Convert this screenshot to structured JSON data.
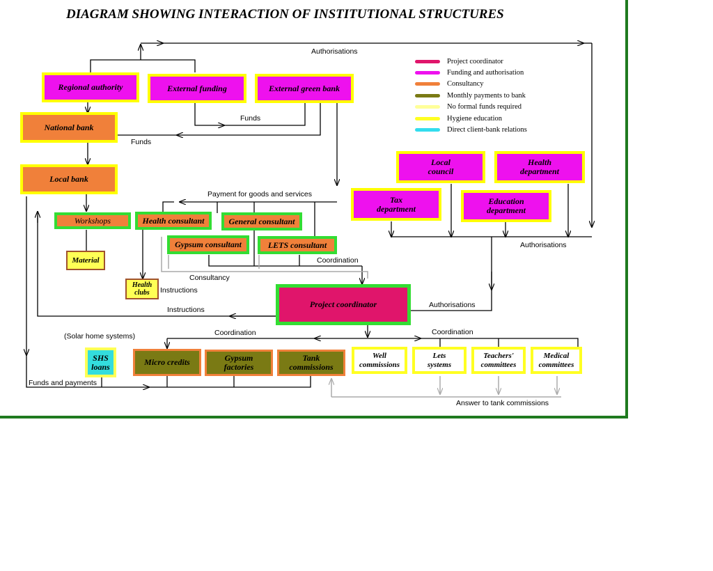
{
  "title": "DIAGRAM SHOWING INTERACTION OF INSTITUTIONAL STRUCTURES",
  "colors": {
    "project_coordinator": "#e0156b",
    "funding_and_authorisation": "#ee11ee",
    "consultancy": "#f0803a",
    "monthly_payments": "#7a7a14",
    "no_formal_funds": "#ffff99",
    "hygiene_education": "#ffff22",
    "direct_client_bank": "#33ddee",
    "border_yellow": "#ffff00",
    "border_green": "#33dd33",
    "border_orange": "#f0803a",
    "frame_green": "#1f7a1f"
  },
  "legend": [
    {
      "label": "Project coordinator",
      "color": "#e0156b"
    },
    {
      "label": "Funding and authorisation",
      "color": "#ee11ee"
    },
    {
      "label": "Consultancy",
      "color": "#f0803a"
    },
    {
      "label": "Monthly payments to bank",
      "color": "#7a7a14"
    },
    {
      "label": "No formal funds required",
      "color": "#ffff99"
    },
    {
      "label": "Hygiene education",
      "color": "#ffff22"
    },
    {
      "label": "Direct client-bank relations",
      "color": "#33ddee"
    }
  ],
  "nodes": {
    "regional_authority": "Regional authority",
    "external_funding": "External funding",
    "external_green_bank": "External green bank",
    "national_bank": "National bank",
    "local_bank": "Local bank",
    "workshops": "Workshops",
    "material": "Material",
    "health_consultant": "Health consultant",
    "general_consultant": "General consultant",
    "gypsum_consultant": "Gypsum consultant",
    "lets_consultant": "LETS consultant",
    "health_clubs": "Health\nclubs",
    "local_council": "Local\ncouncil",
    "health_department": "Health\ndepartment",
    "tax_department": "Tax\ndepartment",
    "education_department": "Education\ndepartment",
    "project_coordinator": "Project coordinator",
    "shs_loans": "SHS\nloans",
    "micro_credits": "Micro credits",
    "gypsum_factories": "Gypsum\nfactories",
    "tank_commissions": "Tank\ncommissions",
    "well_commissions": "Well\ncommissions",
    "lets_systems": "Lets\nsystems",
    "teachers_committees": "Teachers'\ncommittees",
    "medical_committees": "Medical\ncommittees"
  },
  "labels": {
    "authorisations_top": "Authorisations",
    "funds_1": "Funds",
    "funds_2": "Funds",
    "payment": "Payment for goods and services",
    "authorisations_right": "Authorisations",
    "coordination_1": "Coordination",
    "consultancy": "Consultancy",
    "instructions_1": "Instructions",
    "instructions_2": "Instructions",
    "authorisations_pc": "Authorisations",
    "solar": "(Solar home systems)",
    "coordination_left": "Coordination",
    "coordination_right": "Coordination",
    "funds_payments": "Funds and payments",
    "answer_tank": "Answer to tank commissions"
  }
}
